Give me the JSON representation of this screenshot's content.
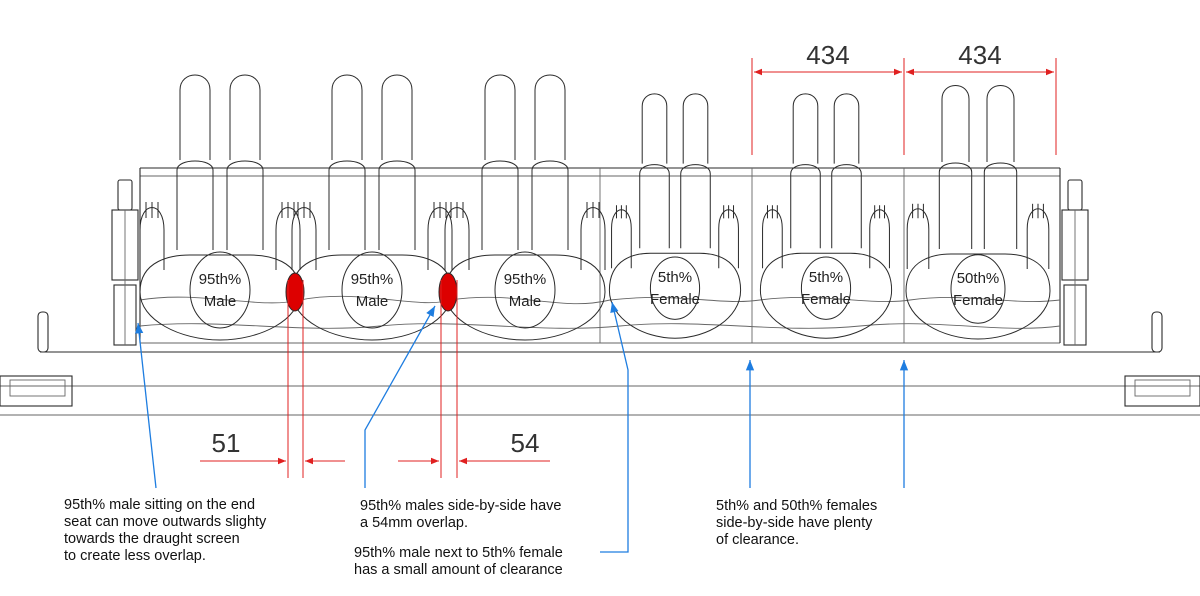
{
  "colors": {
    "outline": "#2a2a2a",
    "dimension": "#e02020",
    "overlap": "#dd0000",
    "annotation": "#1e7de0",
    "text": "#111111"
  },
  "dimensions": {
    "seat_width_1": "434",
    "seat_width_2": "434",
    "left_gap": "51",
    "right_overlap": "54"
  },
  "seats": [
    {
      "size": "95th%",
      "sex": "Male"
    },
    {
      "size": "95th%",
      "sex": "Male"
    },
    {
      "size": "95th%",
      "sex": "Male"
    },
    {
      "size": "5th%",
      "sex": "Female"
    },
    {
      "size": "5th%",
      "sex": "Female"
    },
    {
      "size": "50th%",
      "sex": "Female"
    }
  ],
  "notes": {
    "end_seat": "95th% male sitting on the end\nseat can move outwards slighty\ntowards the draught screen\nto create less overlap.",
    "males_overlap": "95th% males side-by-side have\na 54mm overlap.",
    "male_female": "95th% male next to 5th% female\nhas a small amount of clearance",
    "females": "5th% and 50th% females\nside-by-side have plenty\nof clearance."
  }
}
